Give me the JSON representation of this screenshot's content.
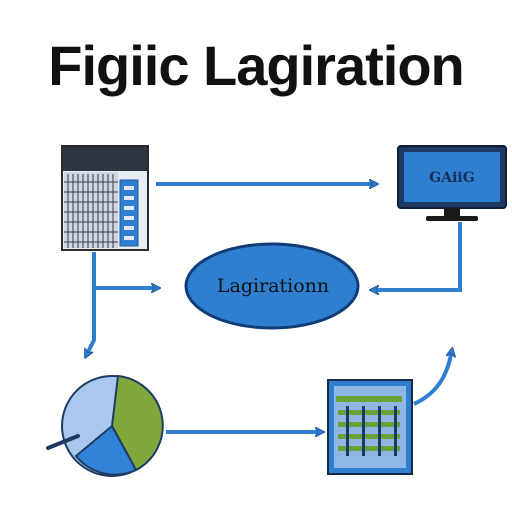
{
  "header": {
    "title": "Figiic Lagiration"
  },
  "center_node": {
    "label": "Lagirationn"
  },
  "monitor_node": {
    "label": "GAiiG"
  },
  "colors": {
    "accent_blue": "#2f7fd1",
    "node_fill": "#1f6fc4",
    "pie_light": "#a8c8ee",
    "pie_green": "#7fa83c",
    "pie_blue": "#2f82d8",
    "table_green": "#6aa23a"
  },
  "icons": [
    "spreadsheet-icon",
    "monitor-icon",
    "pie-chart-icon",
    "table-chart-icon",
    "arrow-icon"
  ]
}
